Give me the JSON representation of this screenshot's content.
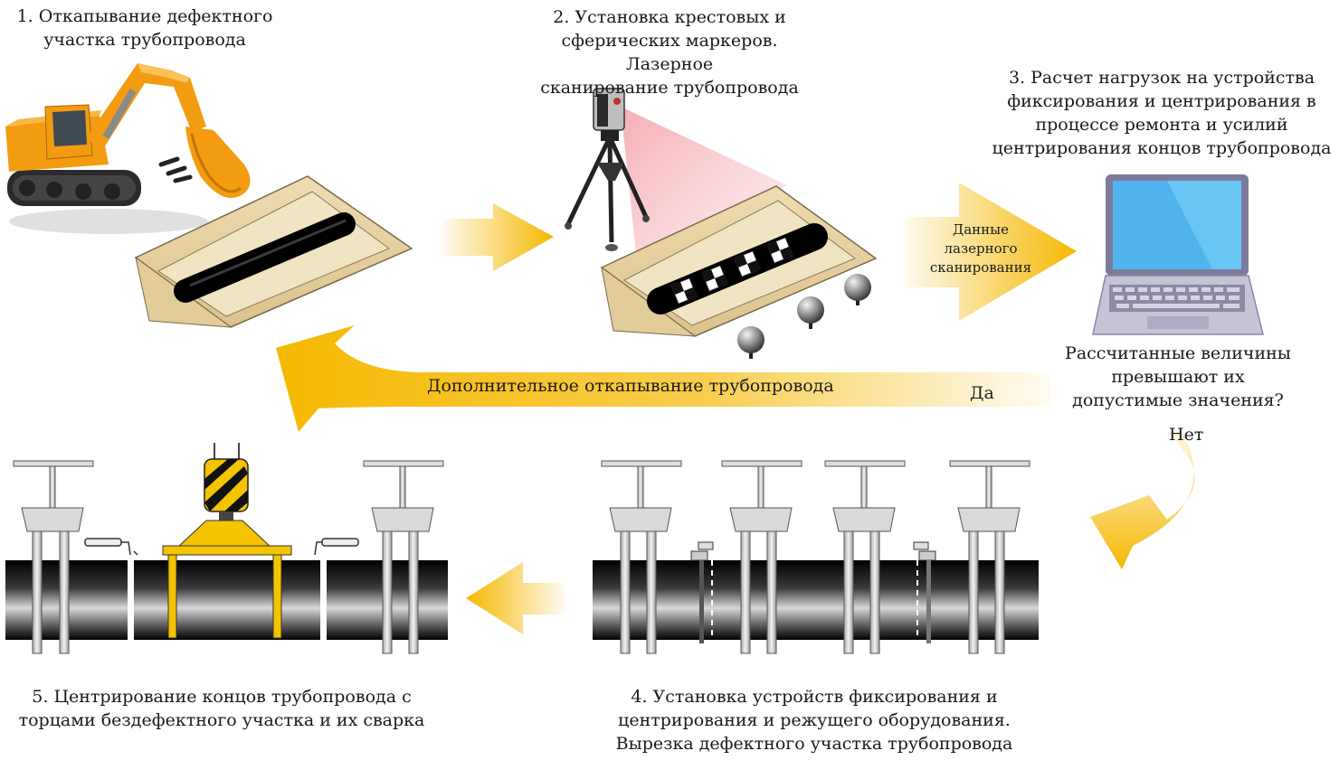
{
  "steps": {
    "step1": "1. Откапывание дефектного\nучастка трубопровода",
    "step2": "2. Установка крестовых и\nсферических маркеров. Лазерное\nсканирование трубопровода",
    "step3": "3. Расчет нагрузок на устройства\nфиксирования и центрирования в\nпроцессе ремонта и усилий\nцентрирования концов трубопровода",
    "step4": "4. Установка устройств фиксирования и\nцентрирования и режущего оборудования.\nВырезка дефектного участка трубопровода",
    "step5": "5. Центрирование концов трубопровода с\nторцами бездефектного участка и их сварка"
  },
  "data_arrow_label": "Данные\nлазерного\nсканирования",
  "decision": "Рассчитанные величины\nпревышают их\nдопустимые значения?",
  "yes_label": "Да",
  "no_label": "Нет",
  "loop_label": "Дополнительное откапывание трубопровода",
  "colors": {
    "arrow": "#f5b800",
    "sand": "#ecd9ad",
    "pipe": "#111111",
    "excavator": "#f39c12",
    "laptop_screen": "#4fb4ee"
  },
  "icons": [
    "excavator-icon",
    "laser-scanner-icon",
    "laptop-icon",
    "crane-hook-icon",
    "clamp-icon",
    "welder-icon"
  ]
}
